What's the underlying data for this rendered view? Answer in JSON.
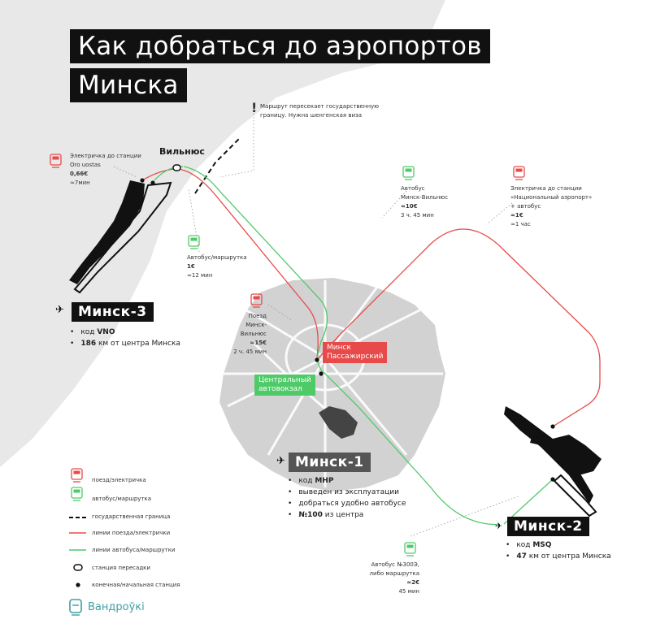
{
  "title": {
    "line1": "Как добраться до аэропортов",
    "line2": "Минска"
  },
  "vilnius": "Вильнюс",
  "border_note": {
    "mark": "!",
    "line1": "Маршрут пересекает государственную",
    "line2": "границу. Нужна шенгенская виза"
  },
  "train_oro": {
    "line1": "Электричка до станции",
    "line2": "Oro uostas",
    "price": "0,66€",
    "time": "≈7мин"
  },
  "bus_local": {
    "line1": "Автобус/маршрутка",
    "price": "1€",
    "time": "≈12 мин"
  },
  "bus_vilnius": {
    "line1": "Автобус",
    "line2": "Минск-Вильнюс",
    "price": "≈10€",
    "time": "3 ч. 45 мин"
  },
  "train_airport": {
    "line1": "Электричка до станции",
    "line2": "«Национальный аэропорт»",
    "line3": "+ автобус",
    "price": "≈1€",
    "time": "≈1 час"
  },
  "train_vilnius": {
    "line1": "Поезд",
    "line2": "Минск-Вильнюс",
    "price": "≈15€",
    "time": "2 ч. 45 мин"
  },
  "bus_300": {
    "line1": "Автобус №300Э,",
    "line2": "либо маршрутка",
    "price": "≈2€",
    "time": "45 мин"
  },
  "station_tag": {
    "line1": "Минск",
    "line2": "Пассажирский"
  },
  "bus_station_tag": {
    "line1": "Центральный",
    "line2": "автовокзал"
  },
  "minsk3": {
    "name": "Минск-3",
    "plane": "✈",
    "fact1_pre": "код ",
    "fact1_code": "VNO",
    "fact2_num": "186",
    "fact2_rest": " км от центра Минска"
  },
  "minsk1": {
    "name": "Минск-1",
    "plane": "✈",
    "fact1_pre": "код ",
    "fact1_code": "MHP",
    "fact2": "выведен из эксплуатации",
    "fact3": "добраться удобно автобусе",
    "fact4_num": "№100",
    "fact4_rest": " из центра"
  },
  "minsk2": {
    "name": "Минск-2",
    "plane": "✈",
    "fact1_pre": "код ",
    "fact1_code": "MSQ",
    "fact2_num": "47",
    "fact2_rest": " км от центра Минска"
  },
  "legend": {
    "train": "поезд/электричка",
    "bus": "автобус/маршрутка",
    "border": "государственная граница",
    "train_lines": "линии поезда/электрички",
    "bus_lines": "линии автобуса/маршрутки",
    "transfer": "станция пересадки",
    "terminal": "конечная/начальная станция"
  },
  "logo": "Вандроўкі",
  "colors": {
    "train": "#e84a4a",
    "bus": "#4fca68",
    "land": "#e8e8e8",
    "city": "#d0d0d0",
    "dark": "#111111"
  }
}
